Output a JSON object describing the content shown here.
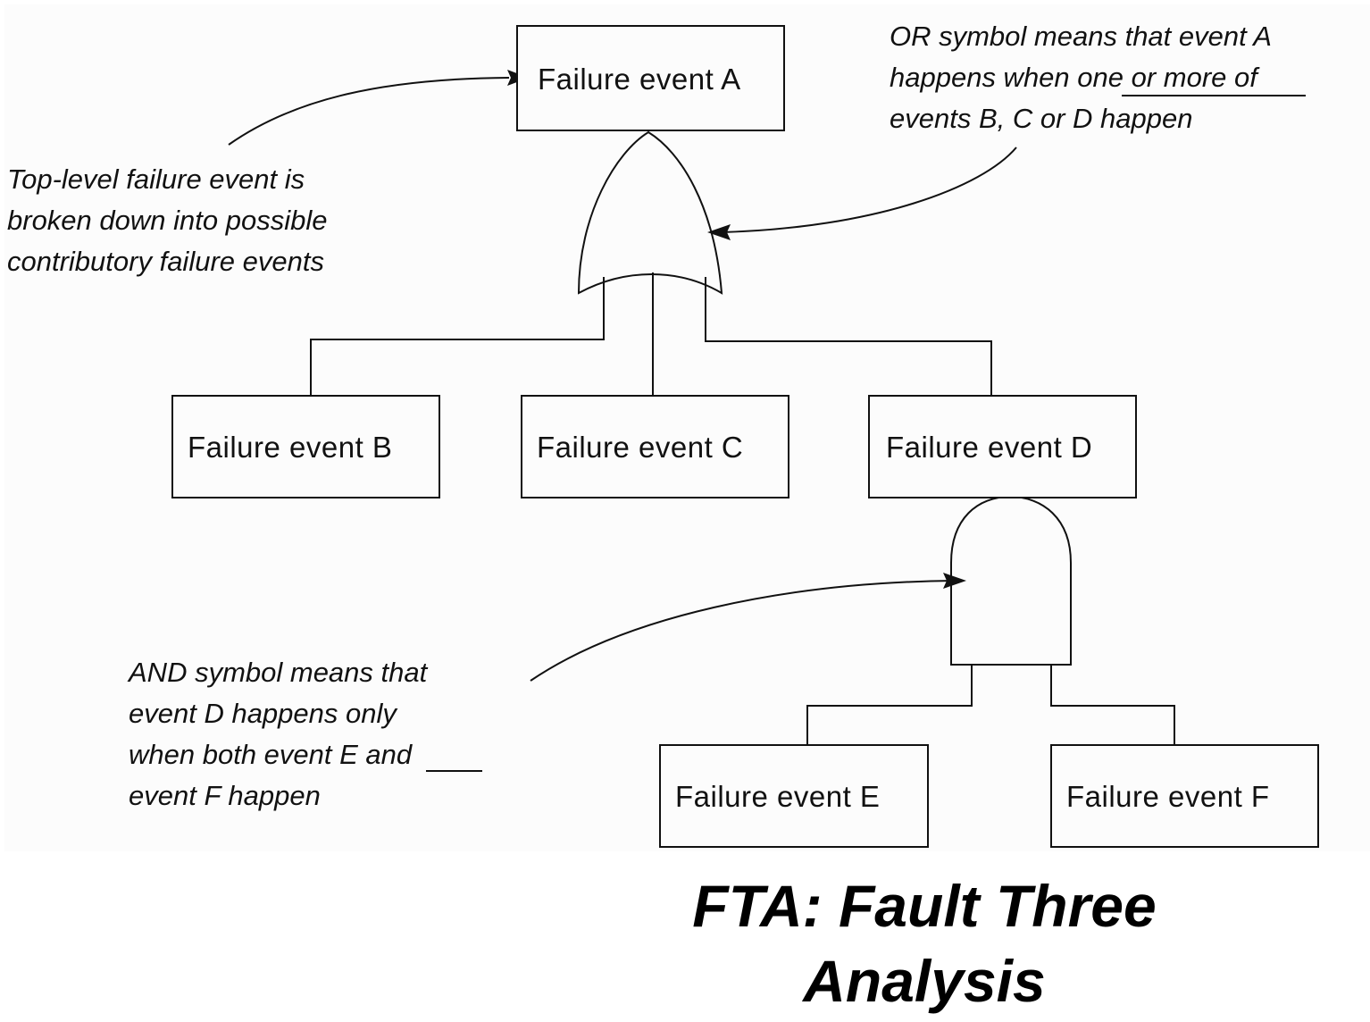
{
  "events": {
    "a": "Failure event A",
    "b": "Failure event B",
    "c": "Failure event C",
    "d": "Failure event D",
    "e": "Failure event E",
    "f": "Failure event F"
  },
  "gates": {
    "or": "OR gate",
    "and": "AND gate"
  },
  "notes": {
    "top_level": [
      "Top-level failure event is",
      "broken down into possible",
      "contributory failure events"
    ],
    "or_symbol": {
      "line1": "OR symbol means that event A",
      "line2_pre": "happens when ",
      "line2_ul": "one or more of",
      "line3": "events B, C or D happen"
    },
    "and_symbol": {
      "line1": "AND symbol means that",
      "line2": "event D happens only",
      "line3_pre": "when both event E a",
      "line3_ul": "nd ",
      "line4": "event F happen"
    }
  },
  "title": {
    "line1": "FTA: Fault Three",
    "line2": "Analysis"
  }
}
